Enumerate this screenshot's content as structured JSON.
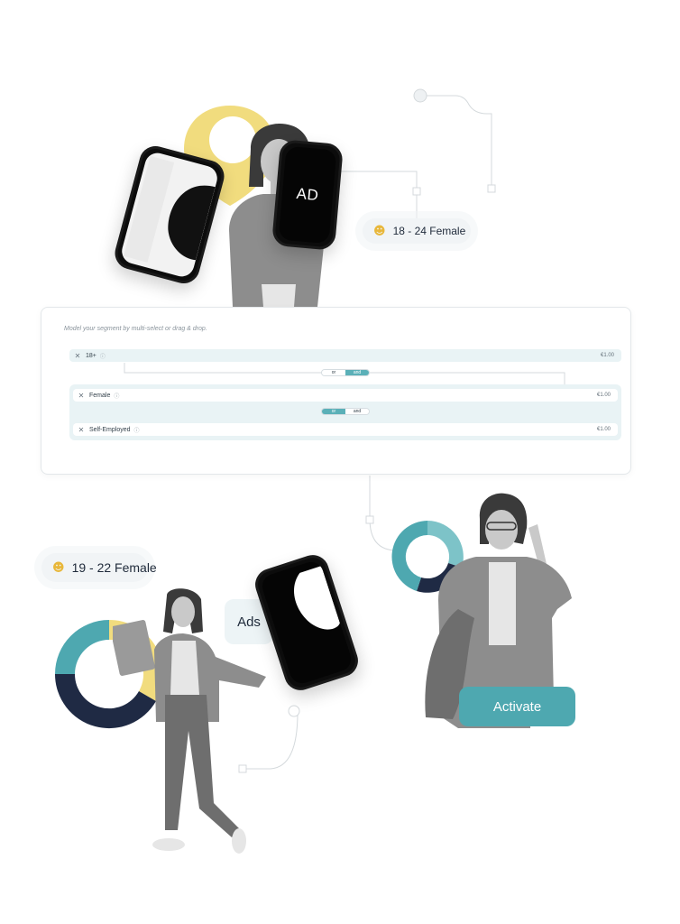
{
  "panel": {
    "hint": "Model your segment by multi-select or drag & drop.",
    "rows": [
      {
        "label": "18+",
        "price": "€1.00"
      },
      {
        "label": "Female",
        "price": "€1.00"
      },
      {
        "label": "Self-Employed",
        "price": "€1.00"
      }
    ],
    "operators": {
      "or": "or",
      "and": "and"
    },
    "remove_glyph": "✕",
    "info_glyph": "ⓘ"
  },
  "pills": {
    "top": {
      "emoji": "☻",
      "label": "18 - 24 Female"
    },
    "bottom": {
      "emoji": "☻",
      "label": "19 - 22 Female"
    }
  },
  "phones": {
    "ad_label": "AD"
  },
  "tags": {
    "ads": "Ads"
  },
  "actions": {
    "activate": "Activate"
  },
  "colors": {
    "teal": "#4ea8b0",
    "teal_light": "#7dc3c8",
    "navy": "#1f2a44",
    "yellow": "#f1dc7e",
    "panel_row": "#e9f3f5"
  },
  "icons": [
    "close-icon",
    "info-icon",
    "smiley-icon",
    "location-pin-icon"
  ]
}
